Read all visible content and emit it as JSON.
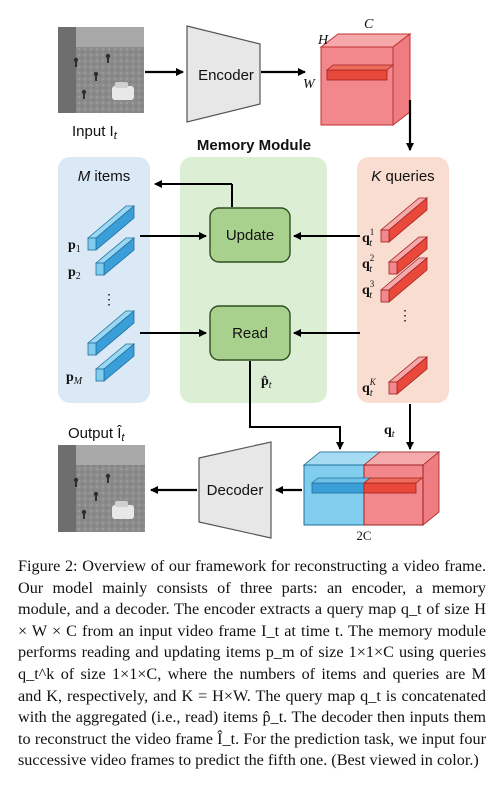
{
  "diagram": {
    "input_label": "Input I",
    "input_sub": "t",
    "encoder_label": "Encoder",
    "decoder_label": "Decoder",
    "memory_title": "Memory Module",
    "update_label": "Update",
    "read_label": "Read",
    "items_header_var": "M",
    "items_header_text": "items",
    "queries_header_var": "K",
    "queries_header_text": "queries",
    "dim_h": "H",
    "dim_c": "C",
    "dim_w": "W",
    "concat_width": "2C",
    "output_label": "Output Î",
    "output_sub": "t",
    "read_output": "p̂",
    "read_output_sub": "t",
    "query_map": "q",
    "query_map_sub": "t",
    "items": [
      {
        "base": "p",
        "sub": "1"
      },
      {
        "base": "p",
        "sub": "2"
      },
      {
        "base": "p",
        "sub": "M"
      }
    ],
    "queries": [
      {
        "base": "q",
        "sub": "t",
        "sup": "1"
      },
      {
        "base": "q",
        "sub": "t",
        "sup": "2"
      },
      {
        "base": "q",
        "sub": "t",
        "sup": "3"
      },
      {
        "base": "q",
        "sub": "t",
        "sup": "K"
      }
    ],
    "ellipsis": "⋮",
    "colors": {
      "items_bg": "#dbe9f7",
      "memory_bg": "#dcefd5",
      "queries_bg": "#f9ddd0",
      "block_green": "#a9d18e",
      "cube_red": "#f2888c",
      "cube_blue": "#80cdee",
      "bar_red": "#e8493a",
      "bar_blue": "#3a9fd9"
    }
  },
  "caption": "Figure 2: Overview of our framework for reconstructing a video frame. Our model mainly consists of three parts: an encoder, a memory module, and a decoder. The encoder extracts a query map q_t of size H × W × C from an input video frame I_t at time t. The memory module performs reading and updating items p_m of size 1×1×C using queries q_t^k of size 1×1×C, where the numbers of items and queries are M and K, respectively, and K = H×W. The query map q_t is concatenated with the aggregated (i.e., read) items p̂_t. The decoder then inputs them to reconstruct the video frame Î_t. For the prediction task, we input four successive video frames to predict the fifth one. (Best viewed in color.)"
}
